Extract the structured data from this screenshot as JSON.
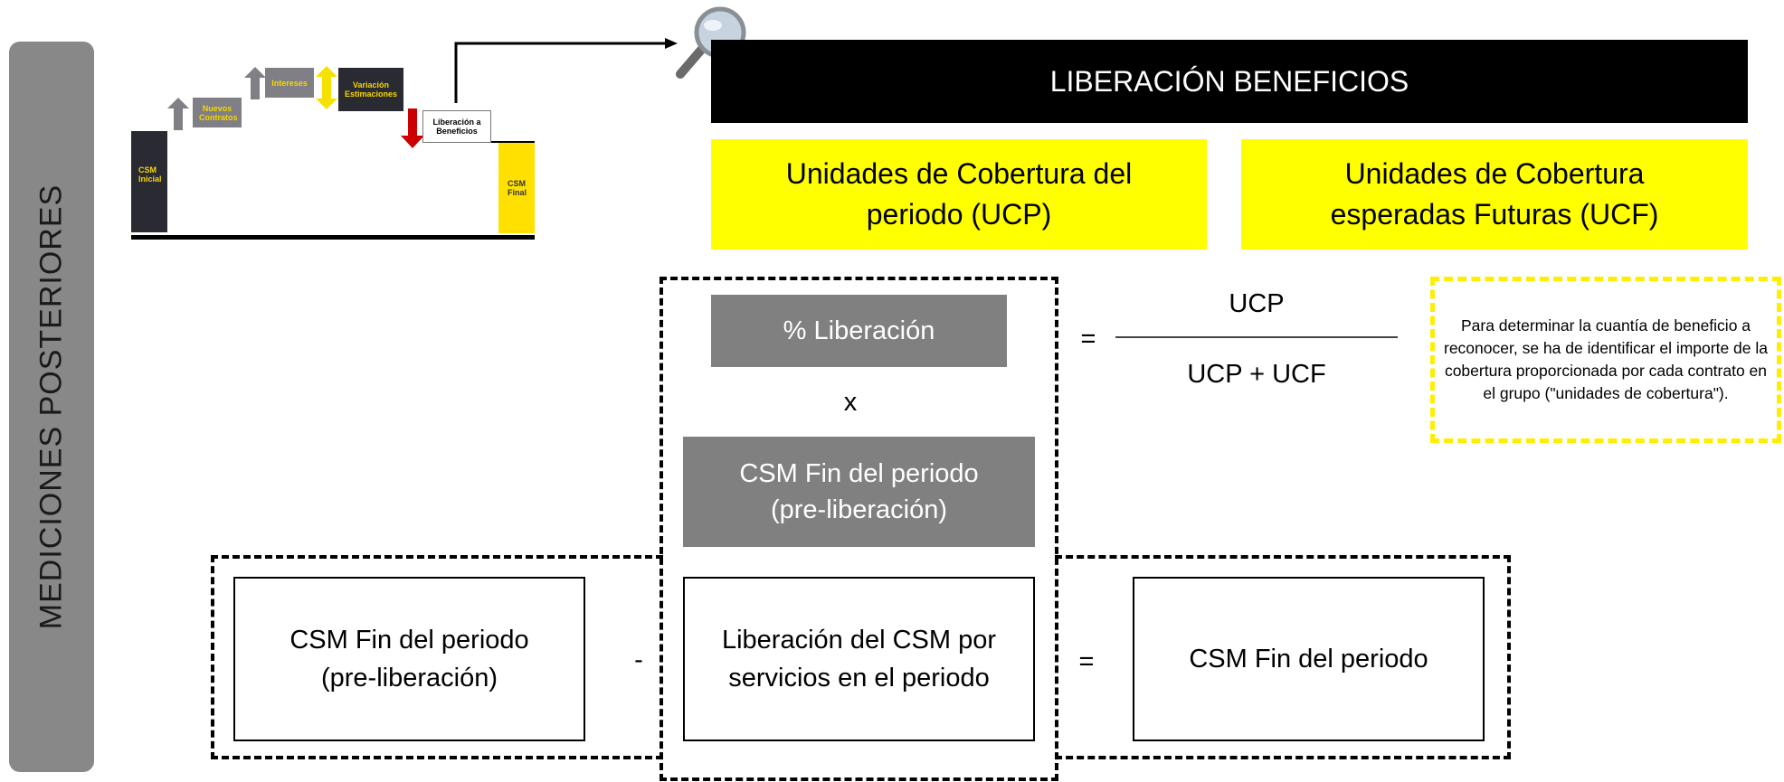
{
  "sidebar": {
    "label": "MEDICIONES POSTERIORES"
  },
  "waterfall": {
    "csm_inicial": "CSM Inicial",
    "nuevos_contratos": "Nuevos Contratos",
    "intereses": "Intereses",
    "variacion": "Variación Estimaciones",
    "liberacion": "Liberación a Beneficios",
    "csm_final": "CSM Final"
  },
  "header": {
    "title": "LIBERACIÓN BENEFICIOS"
  },
  "coverage": {
    "ucp_label": "Unidades de Cobertura del periodo (UCP)",
    "ucf_label": "Unidades de Cobertura esperadas Futuras (UCF)"
  },
  "formula": {
    "pct_liberacion": "% Liberación",
    "times": "x",
    "csm_pre": "CSM Fin del periodo (pre-liberación)",
    "equals": "=",
    "numerator": "UCP",
    "denominator": "UCP + UCF"
  },
  "note": {
    "text": "Para determinar la cuantía de beneficio a reconocer, se ha de identificar el importe de la cobertura proporcionada por cada contrato en el grupo (\"unidades de cobertura\")."
  },
  "bottom": {
    "box1": "CSM Fin del periodo (pre-liberación)",
    "minus": "-",
    "box2": "Liberación del CSM por servicios en el periodo",
    "equals": "=",
    "box3": "CSM Fin del periodo"
  },
  "colors": {
    "highlight": "#ffff00",
    "header_bg": "#000000",
    "grey_box": "#808080",
    "sidebar": "#888888",
    "release_arrow": "#cc0000",
    "note_border": "#ffee00"
  }
}
